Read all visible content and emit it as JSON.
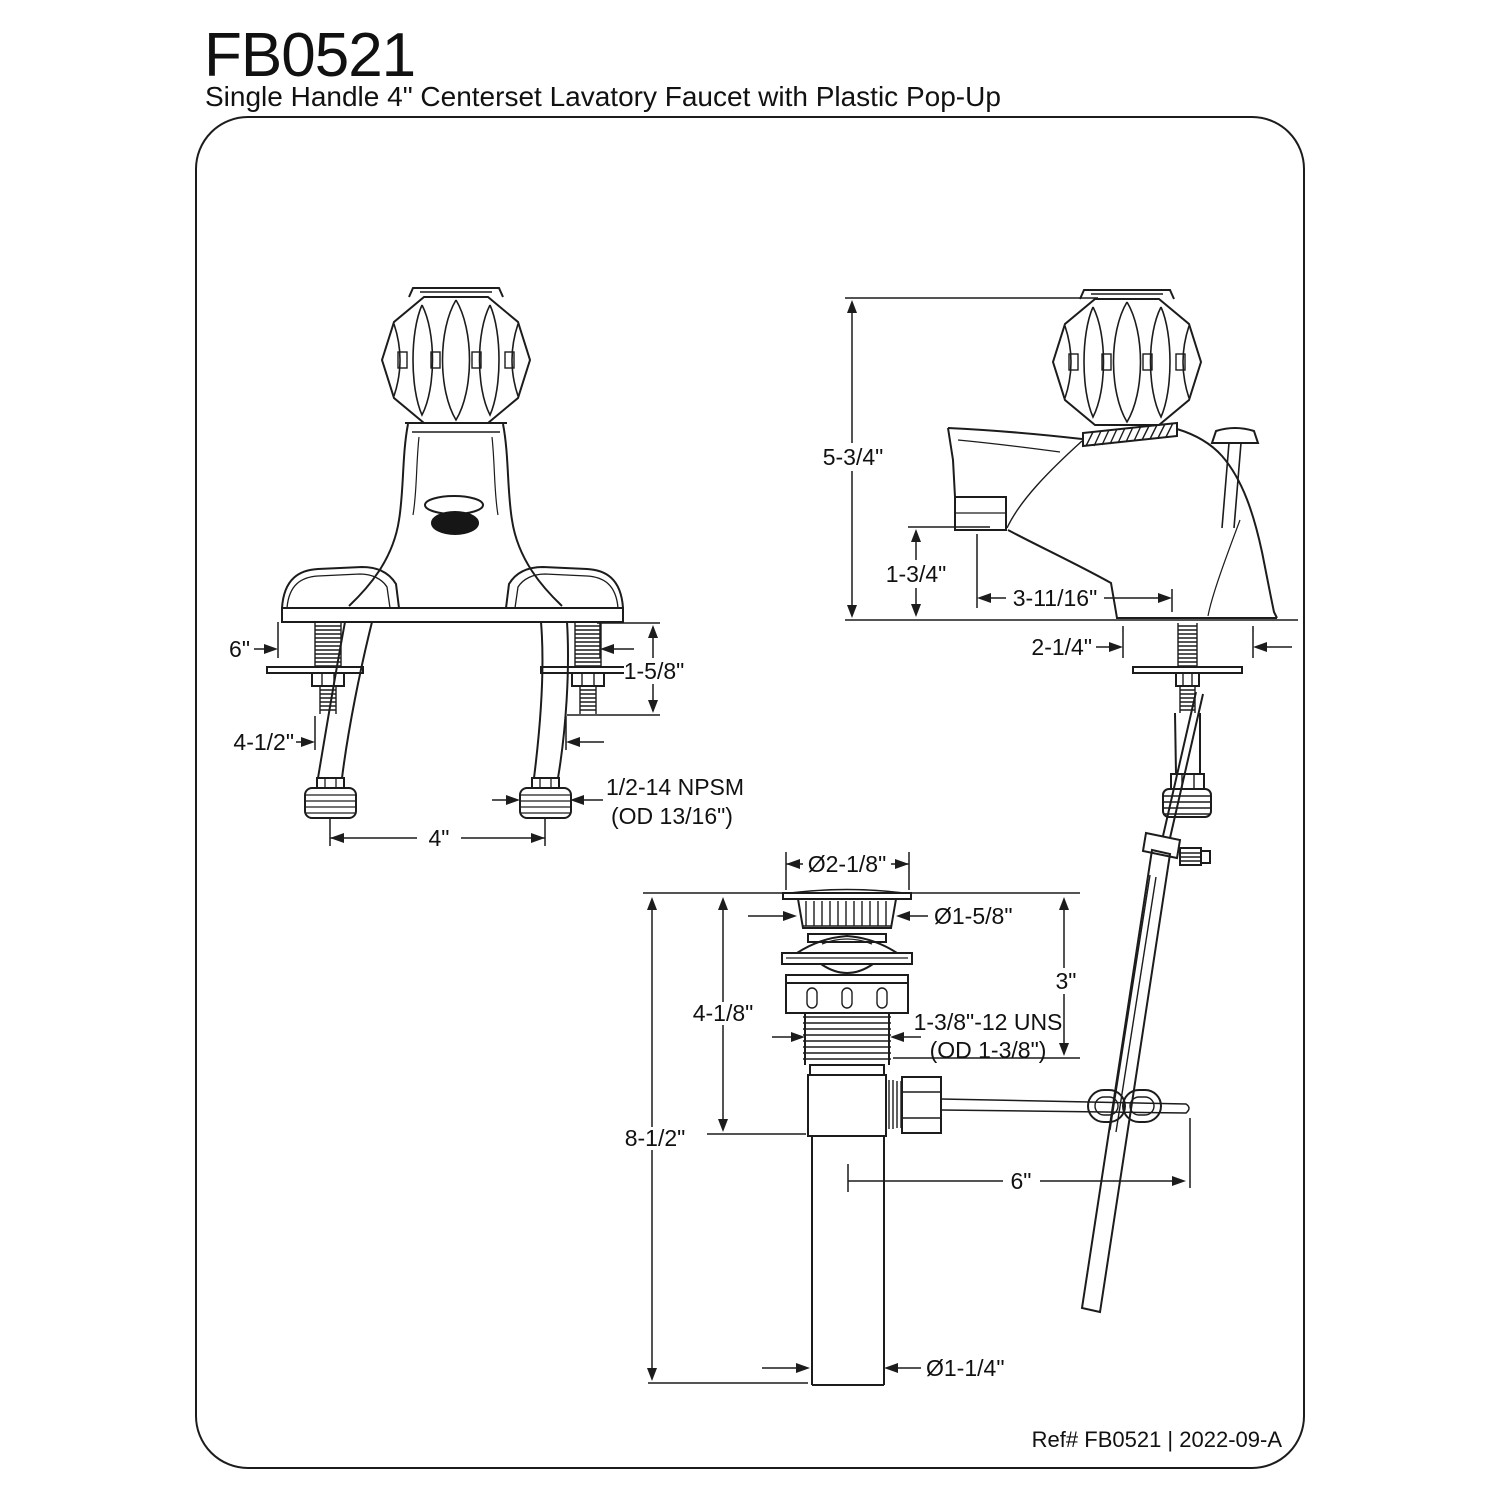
{
  "header": {
    "part_number": "FB0521",
    "description": "Single Handle 4\" Centerset Lavatory Faucet with Plastic Pop-Up"
  },
  "footer": {
    "reference": "Ref# FB0521 | 2022-09-A"
  },
  "colors": {
    "line": "#1c1c1c",
    "background": "#ffffff"
  },
  "views": {
    "front": {
      "name": "faucet-front-view",
      "dims": {
        "deck_width": "6\"",
        "deck_thickness": "1-5/8\"",
        "hole_spread": "4-1/2\"",
        "supply_centers": "4\"",
        "supply_thread_line1": "1/2-14 NPSM",
        "supply_thread_line2": "(OD 13/16\")"
      }
    },
    "side": {
      "name": "faucet-side-view",
      "dims": {
        "overall_height": "5-3/4\"",
        "spout_height": "1-3/4\"",
        "spout_reach": "3-11/16\"",
        "base_depth": "2-1/4\""
      }
    },
    "popup_drain": {
      "name": "popup-drain-view",
      "dims": {
        "flange_diameter": "Ø2-1/8\"",
        "grid_diameter": "Ø1-5/8\"",
        "upper_height": "3\"",
        "body_height": "4-1/8\"",
        "thread_spec_line1": "1-3/8\"-12 UNS",
        "thread_spec_line2": "(OD 1-3/8\")",
        "overall_height": "8-1/2\"",
        "rod_length": "6\"",
        "tailpiece_diameter": "Ø1-1/4\""
      }
    }
  }
}
